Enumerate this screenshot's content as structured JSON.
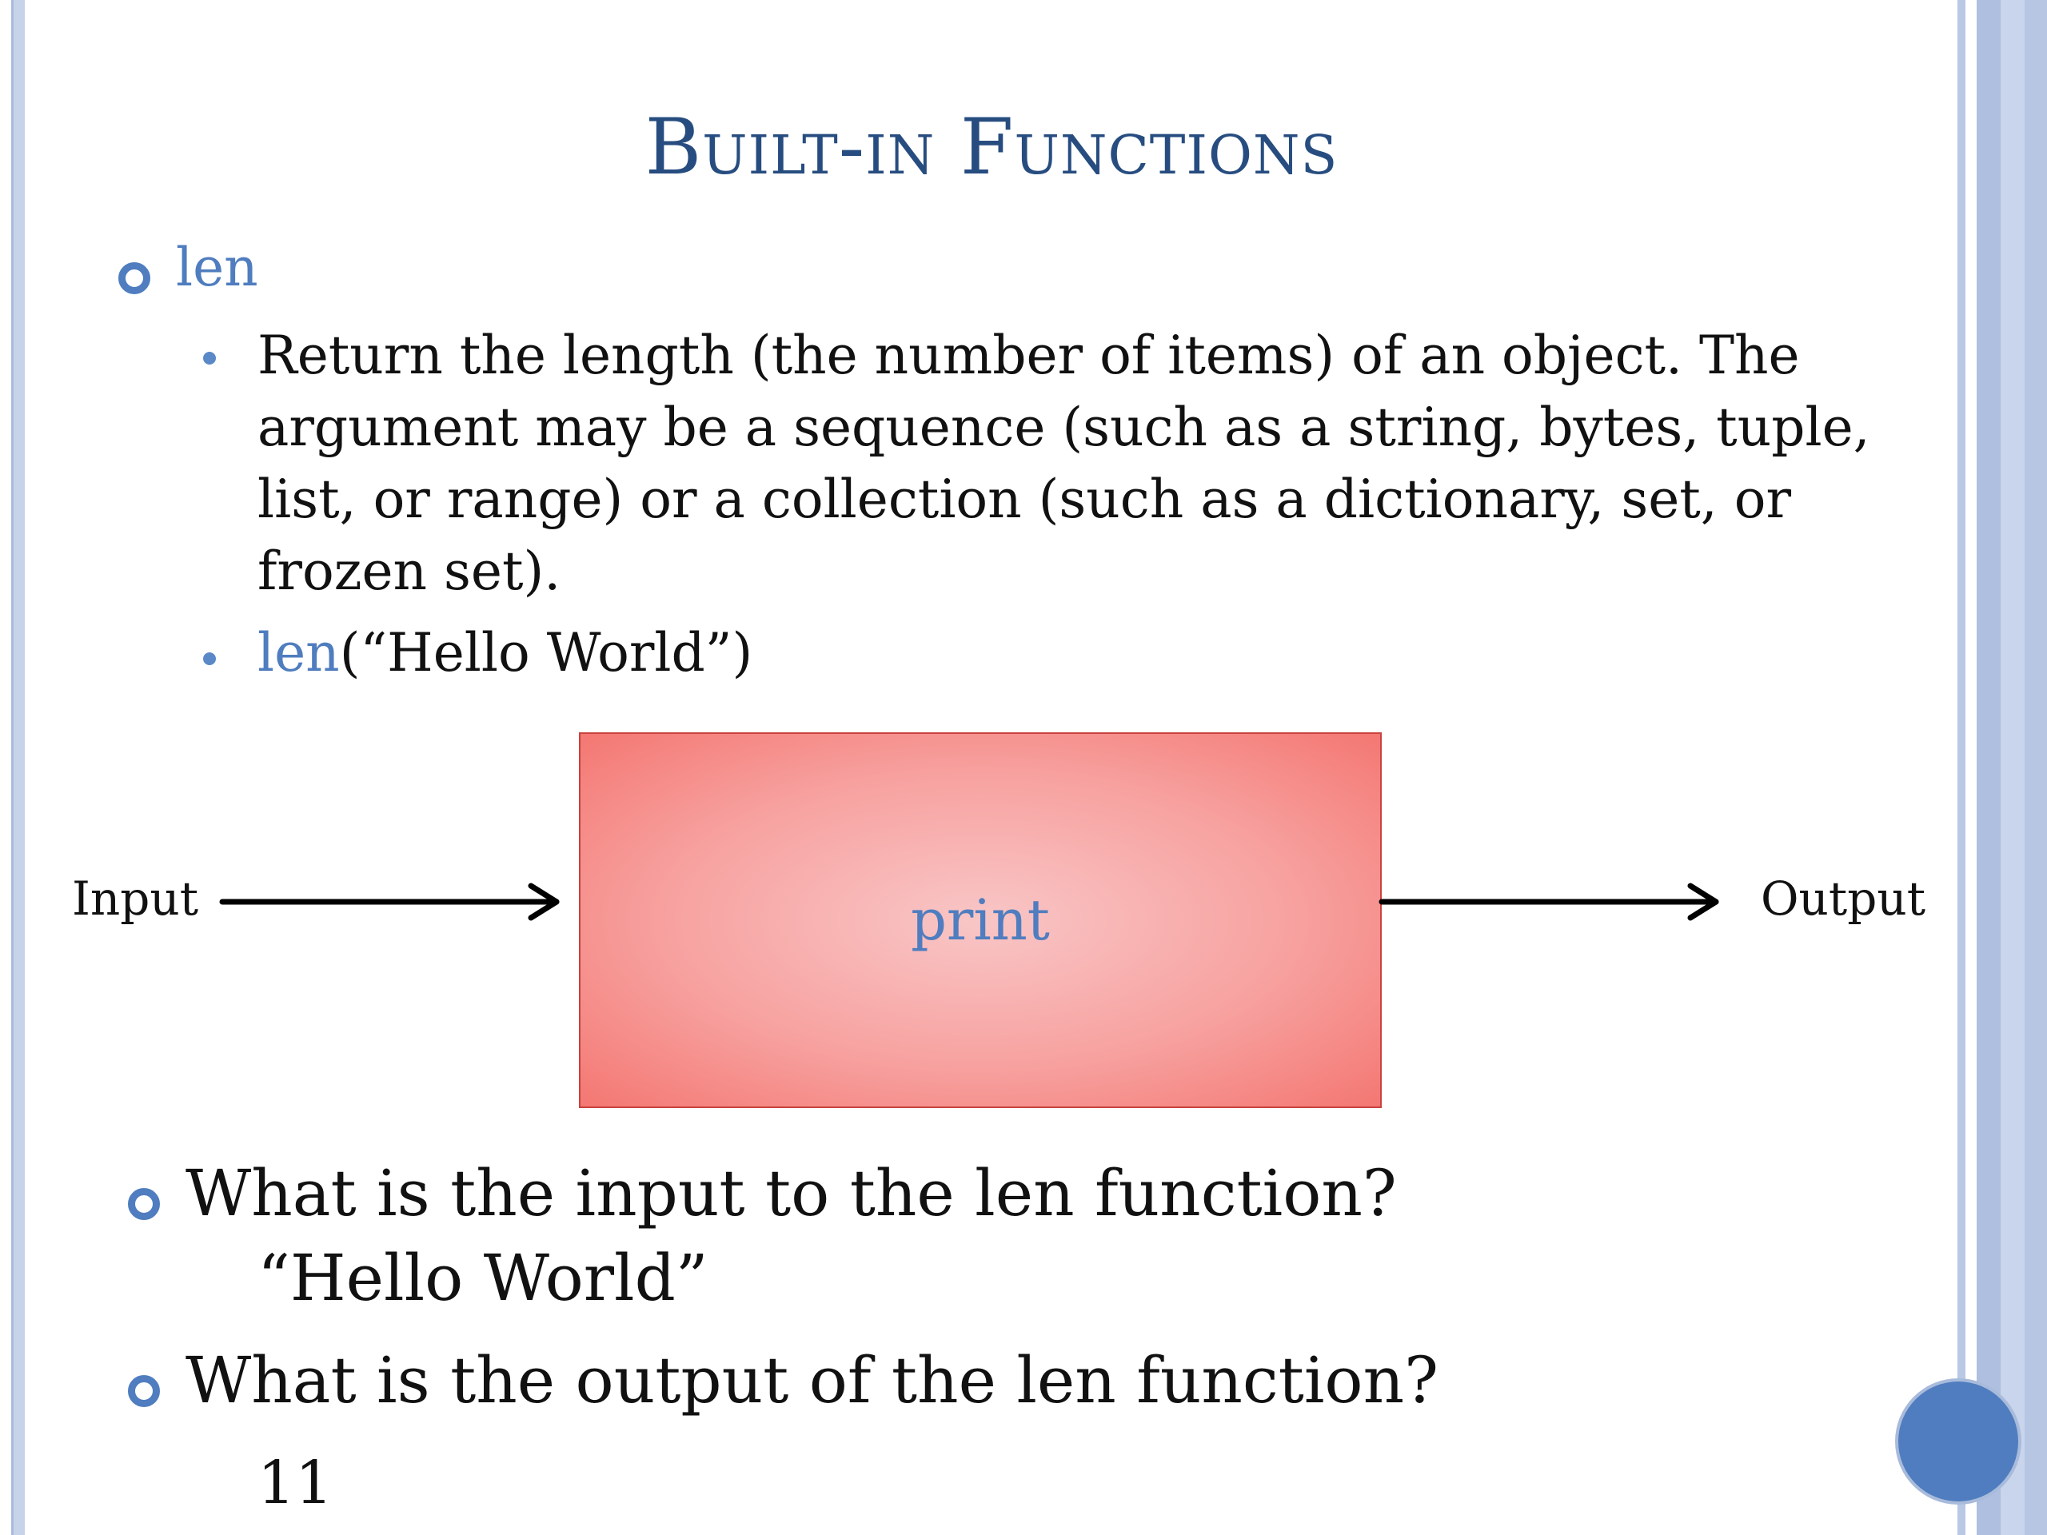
{
  "slide": {
    "title": "Built-in Functions",
    "item": {
      "label": "len",
      "description_lines": [
        "Return the length (the number of items) of an object. The",
        "argument may be a sequence (such as a string, bytes, tuple,",
        "list, or range) or a collection (such as a dictionary, set, or",
        "frozen set)."
      ],
      "example": {
        "function": "len",
        "argument": "(“Hello World”)"
      }
    },
    "diagram": {
      "input_label": "Input",
      "box_label": "print",
      "output_label": "Output"
    },
    "questions": [
      {
        "question": "What is the input to the len function?",
        "answer": "“Hello World”"
      },
      {
        "question": "What is the output of the len function?",
        "answer": "11"
      }
    ]
  },
  "colors": {
    "title": "#274d80",
    "accent_blue": "#4f7dbf",
    "box_fill_center": "#f8c6c6",
    "box_fill_edge": "#f47772",
    "box_border": "#c9423d"
  }
}
